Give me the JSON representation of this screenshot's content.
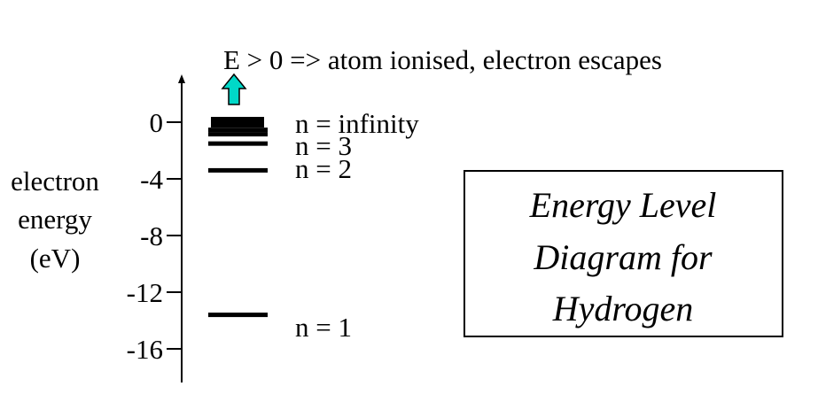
{
  "caption": "E > 0 => atom ionised, electron escapes",
  "axis": {
    "label_lines": [
      "electron",
      "energy",
      "(eV)"
    ],
    "ticks": [
      0,
      -4,
      -8,
      -12,
      -16
    ],
    "tick_labels": [
      "0",
      "-4",
      "-8",
      "-12",
      "-16"
    ]
  },
  "levels": [
    {
      "label": "n = infinity",
      "energy": 0
    },
    {
      "label": "n = 3",
      "energy": -1.51
    },
    {
      "label": "n = 2",
      "energy": -3.4
    },
    {
      "label": "n = 1",
      "energy": -13.6
    }
  ],
  "title_box": {
    "lines": [
      "Energy Level",
      "Diagram for",
      "Hydrogen"
    ]
  },
  "colors": {
    "arrow": "#00D8C8",
    "ink": "#000000"
  }
}
